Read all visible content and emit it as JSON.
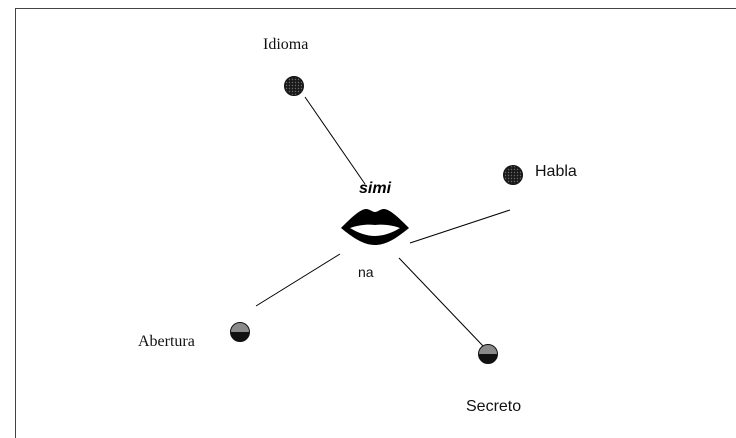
{
  "center": {
    "word": "simi",
    "sub_word": "na",
    "icon": "lips-icon"
  },
  "nodes": [
    {
      "id": "idioma",
      "label": "Idioma",
      "icon": "dotted-circle-icon"
    },
    {
      "id": "habla",
      "label": "Habla",
      "icon": "dotted-circle-icon"
    },
    {
      "id": "abertura",
      "label": "Abertura",
      "icon": "half-filled-circle-icon"
    },
    {
      "id": "secreto",
      "label": "Secreto",
      "icon": "half-filled-circle-icon"
    }
  ],
  "colors": {
    "line": "#000000",
    "node_dark": "#1a1a1a",
    "node_gray": "#8a8a8a"
  }
}
